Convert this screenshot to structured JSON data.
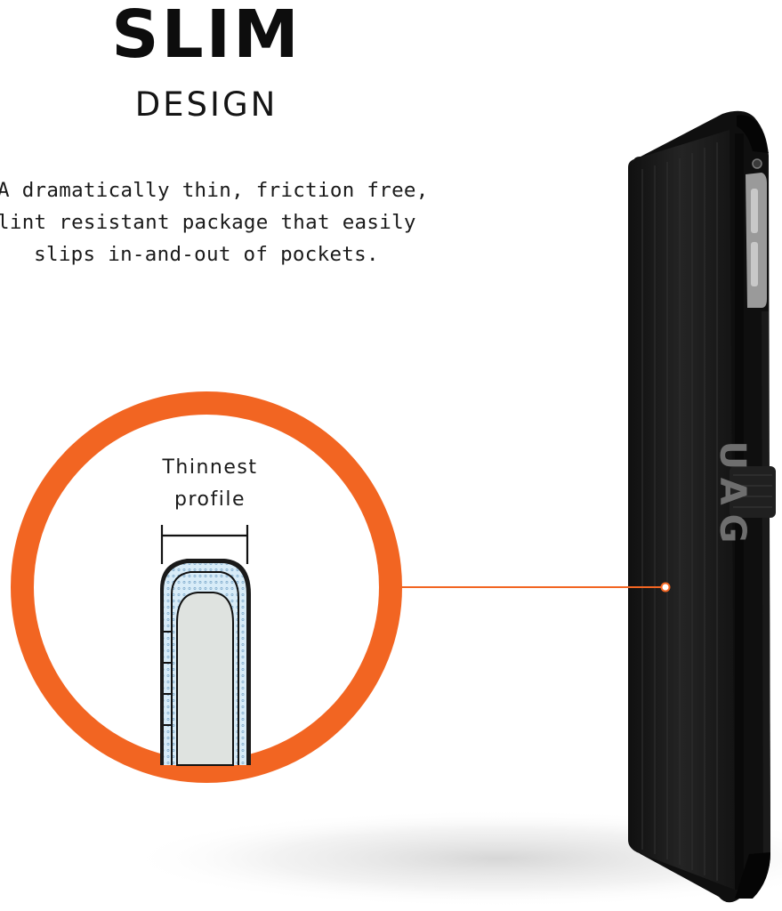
{
  "headline": {
    "title": "SLIM",
    "subtitle": "DESIGN"
  },
  "description": {
    "lines": [
      "A dramatically thin, friction free,",
      "lint resistant package that easily",
      "slips in-and-out of pockets."
    ]
  },
  "callout": {
    "label_lines": [
      "Thinnest",
      "profile"
    ]
  },
  "product": {
    "logo_text": "UAG"
  },
  "colors": {
    "accent": "#f26522",
    "case": "#1b1b1b",
    "text": "#111111"
  },
  "icons": {
    "callout_pointer": "orange-dot-icon",
    "measure_bracket": "dimension-bracket-icon"
  }
}
